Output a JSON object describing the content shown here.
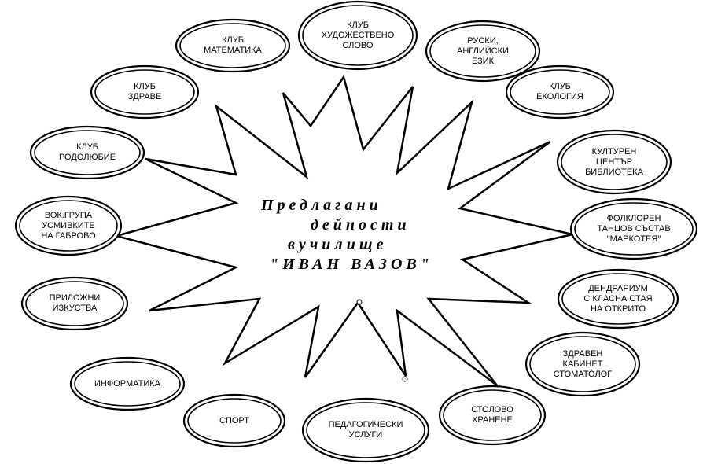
{
  "center": {
    "line1": "Предлагани",
    "line2": "дейности",
    "line3": "вучилище",
    "line4": "\"ИВАН ВАЗОВ\""
  },
  "clubs": [
    {
      "id": "art-word",
      "label": "КЛУБ\nХУДОЖЕСТВЕНО\nСЛОВО"
    },
    {
      "id": "math",
      "label": "КЛУБ\nМАТЕМАТИКА"
    },
    {
      "id": "languages",
      "label": "РУСКИ,\nАНГЛИЙСКИ\nЕЗИК"
    },
    {
      "id": "health",
      "label": "КЛУБ\nЗДРАВЕ"
    },
    {
      "id": "ecology",
      "label": "КЛУБ\nЕКОЛОГИЯ"
    },
    {
      "id": "patriotism",
      "label": "КЛУБ\nРОДОЛЮБИЕ"
    },
    {
      "id": "library",
      "label": "КУЛТУРЕН\nЦЕНТЪР\nБИБЛИОТЕКА"
    },
    {
      "id": "vocal",
      "label": "ВОК.ГРУПА\nУСМИВКИТЕ\nНА  ГАБРОВО"
    },
    {
      "id": "folklore",
      "label": "ФОЛКЛОРЕН\nТАНЦОВ СЪСТАВ\n\"МАРКОТЕЯ\""
    },
    {
      "id": "applied-arts",
      "label": "ПРИЛОЖНИ\nИЗКУСТВА"
    },
    {
      "id": "dendrarium",
      "label": "ДЕНДРАРИУМ\nС КЛАСНА СТАЯ\nНА  ОТКРИТО"
    },
    {
      "id": "informatics",
      "label": "ИНФОРМАТИКА"
    },
    {
      "id": "dental",
      "label": "ЗДРАВЕН\nКАБИНЕТ\nСТОМАТОЛОГ"
    },
    {
      "id": "sport",
      "label": "СПОРТ"
    },
    {
      "id": "pedagogical",
      "label": "ПЕДАГОГИЧЕСКИ\nУСЛУГИ"
    },
    {
      "id": "canteen",
      "label": "СТОЛОВО\nХРАНЕНЕ"
    }
  ]
}
